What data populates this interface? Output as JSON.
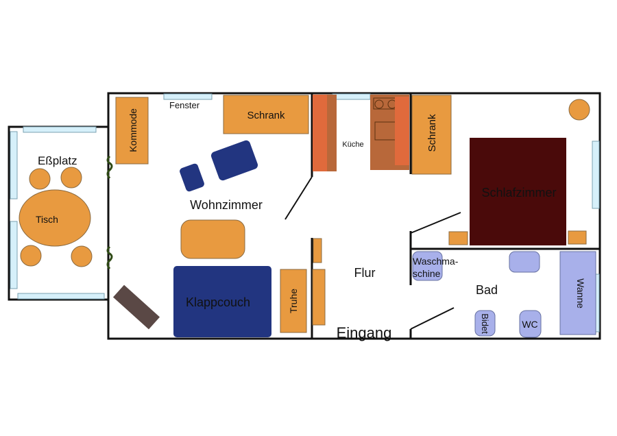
{
  "colors": {
    "furniture": "#e89a40",
    "kitchen_counter": "#b8683a",
    "kitchen_front": "#e06a3c",
    "sofa": "#223580",
    "bed": "#4a0a0a",
    "bathroom_fixture": "#a8b0ea",
    "window": "#d6f0fa",
    "plant": "#2f4a16",
    "board": "#5a4845"
  },
  "rooms": {
    "dining": "Eßplatz",
    "living": "Wohnzimmer",
    "kitchen": "Küche",
    "hallway": "Flur",
    "bedroom": "Schlafzimmer",
    "bathroom": "Bad",
    "entrance": "Eingang"
  },
  "furniture": {
    "table": "Tisch",
    "dresser": "Kommode",
    "window_label": "Fenster",
    "wardrobe_living": "Schrank",
    "wardrobe_bedroom": "Schrank",
    "sofa_bed": "Klappcouch",
    "chest": "Truhe",
    "washing_machine_1": "Waschma-",
    "washing_machine_2": "schine",
    "bathtub": "Wanne",
    "bidet": "Bidet",
    "toilet": "WC"
  }
}
